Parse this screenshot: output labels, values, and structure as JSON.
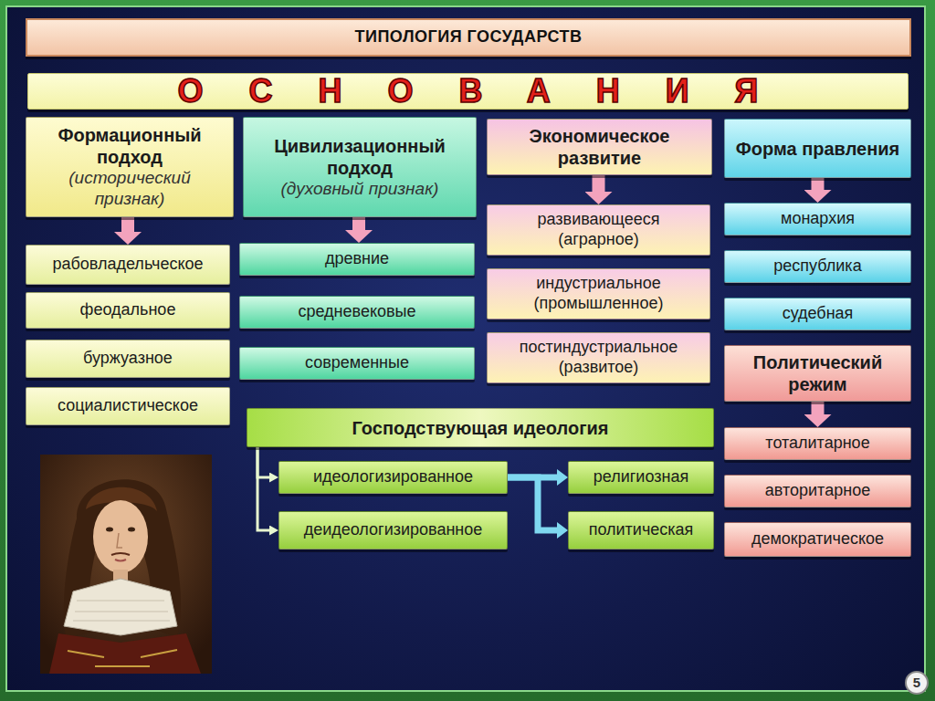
{
  "diagram": {
    "title": "ТИПОЛОГИЯ ГОСУДАРСТВ",
    "nodes": [
      {
        "text": [
          "ОСНОВАНИЯ"
        ]
      },
      {
        "text": [
          "Формационный подход",
          "(исторический признак)"
        ]
      },
      {
        "text": [
          "Цивилизационный подход",
          "(духовный признак)"
        ]
      },
      {
        "text": [
          "Экономическое развитие"
        ]
      },
      {
        "text": [
          "Форма правления"
        ]
      },
      {
        "text": [
          "рабовладельческое"
        ]
      },
      {
        "text": [
          "феодальное"
        ]
      },
      {
        "text": [
          "буржуазное"
        ]
      },
      {
        "text": [
          "социалистическое"
        ]
      },
      {
        "text": [
          "древние"
        ]
      },
      {
        "text": [
          "средневековые"
        ]
      },
      {
        "text": [
          "современные"
        ]
      },
      {
        "text": [
          "развивающееся (аграрное)"
        ]
      },
      {
        "text": [
          "индустриальное (промышленное)"
        ]
      },
      {
        "text": [
          "постиндустриальное (развитое)"
        ]
      },
      {
        "text": [
          "монархия"
        ]
      },
      {
        "text": [
          "республика"
        ]
      },
      {
        "text": [
          "судебная"
        ]
      },
      {
        "text": [
          "Политический режим"
        ]
      },
      {
        "text": [
          "тоталитарное"
        ]
      },
      {
        "text": [
          "авторитарное"
        ]
      },
      {
        "text": [
          "демократическое"
        ]
      },
      {
        "text": [
          "Господствующая идеология"
        ]
      },
      {
        "text": [
          "идеологизированное"
        ]
      },
      {
        "text": [
          "деидеологизированное"
        ]
      },
      {
        "text": [
          "религиозная"
        ]
      },
      {
        "text": [
          "политическая"
        ]
      }
    ],
    "edges": [
      {
        "from": 1,
        "to": 5,
        "arrow": "to"
      },
      {
        "from": 2,
        "to": 9,
        "arrow": "to"
      },
      {
        "from": 3,
        "to": 12,
        "arrow": "to"
      },
      {
        "from": 4,
        "to": 15,
        "arrow": "to"
      },
      {
        "from": 18,
        "to": 19,
        "arrow": "to"
      },
      {
        "from": 22,
        "to": 23,
        "arrow": "to"
      },
      {
        "from": 22,
        "to": 24,
        "arrow": "to"
      },
      {
        "from": 23,
        "to": 25,
        "arrow": "to"
      },
      {
        "from": 23,
        "to": 26,
        "arrow": "to"
      }
    ],
    "labels": [
      "5"
    ]
  }
}
